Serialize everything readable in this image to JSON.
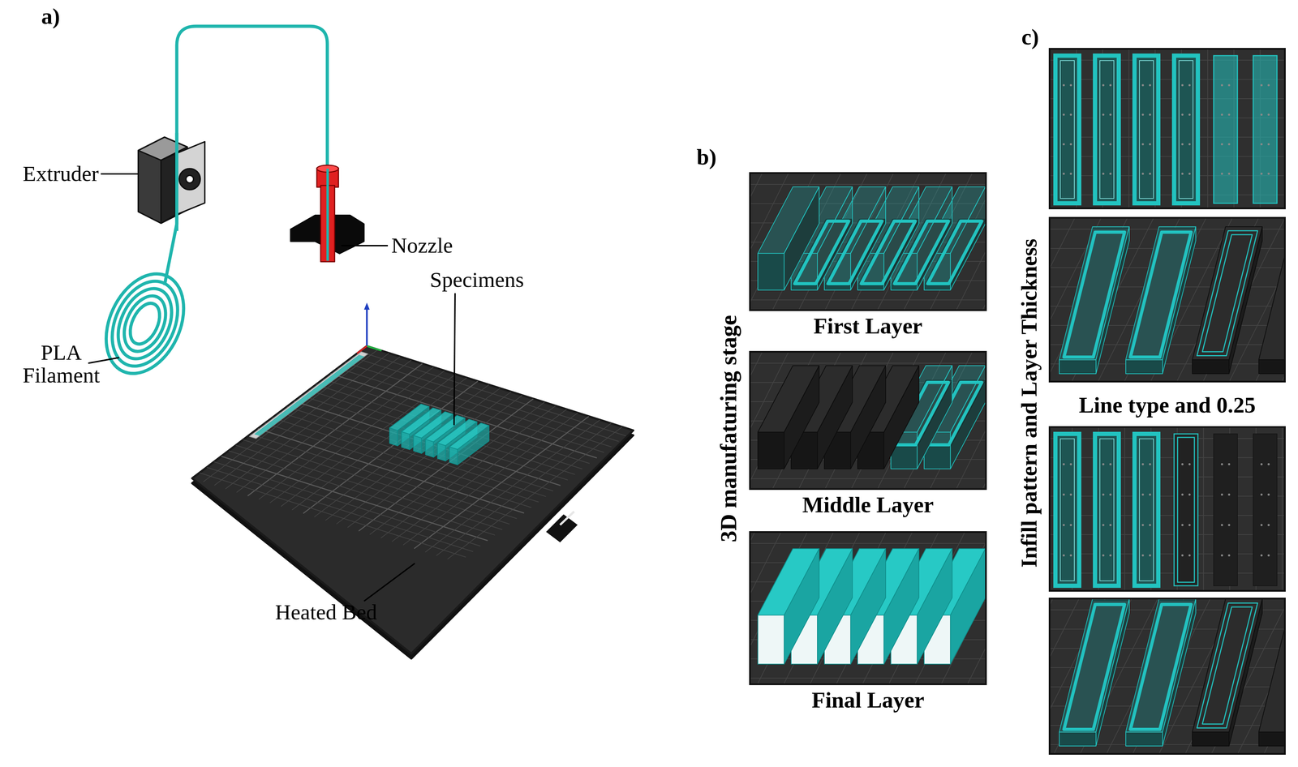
{
  "diagram": {
    "nodes": [
      {
        "text": [
          "First Layer"
        ]
      },
      {
        "text": [
          "Middle Layer"
        ]
      },
      {
        "text": [
          "Final Layer"
        ]
      },
      {
        "text": [
          "Line type and 0.25"
        ]
      }
    ],
    "labels": [
      "a)",
      "Extruder",
      "Nozzle",
      "PLA Filament",
      "Specimens",
      "Heated Bed",
      "b)",
      "3D manufaturing stage",
      "c)",
      "Infill pattern and Layer Thickness"
    ]
  }
}
